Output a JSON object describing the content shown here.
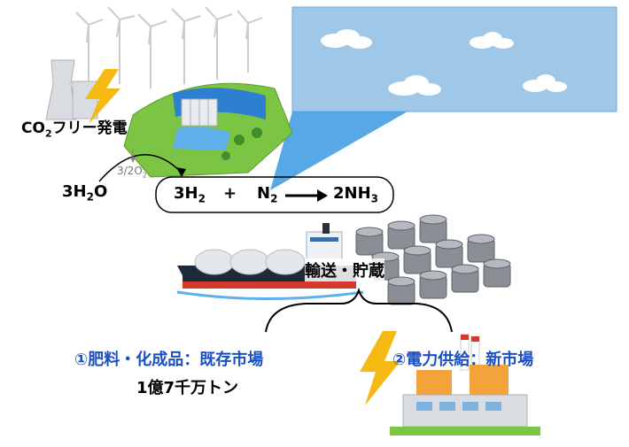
{
  "labels": {
    "co2_free_power_prefix": "CO",
    "co2_free_power_sub": "2",
    "co2_free_power_suffix": "フリー発電",
    "water": "3H",
    "water_sub": "2",
    "water_suffix": "O",
    "oxygen": "3/2O",
    "oxygen_sub": "2",
    "hydrogen": "3H",
    "hydrogen_sub": "2",
    "plus": "+",
    "nitrogen": "N",
    "nitrogen_sub": "2",
    "ammonia": "2NH",
    "ammonia_sub": "3",
    "transport_storage": "輸送・貯蔵",
    "market1": "①肥料・化成品：既存市場",
    "market1_volume": "1億7千万トン",
    "market2": "②電力供給：新市場"
  },
  "colors": {
    "sky": "#9ec7e8",
    "blue_text": "#1a4fc4",
    "bolt": "#f5b914",
    "grass": "#7cc444",
    "ship_hull": "#1e2a3a",
    "ship_red": "#d23a2e",
    "tank": "#8a8f96",
    "plant_orange": "#f2a33a"
  },
  "icons": [
    "wind-turbine-icon",
    "cooling-tower-icon",
    "dam-icon",
    "lightning-icon",
    "sky-beam-icon",
    "tanker-ship-icon",
    "storage-tanks-icon",
    "power-plant-icon"
  ]
}
